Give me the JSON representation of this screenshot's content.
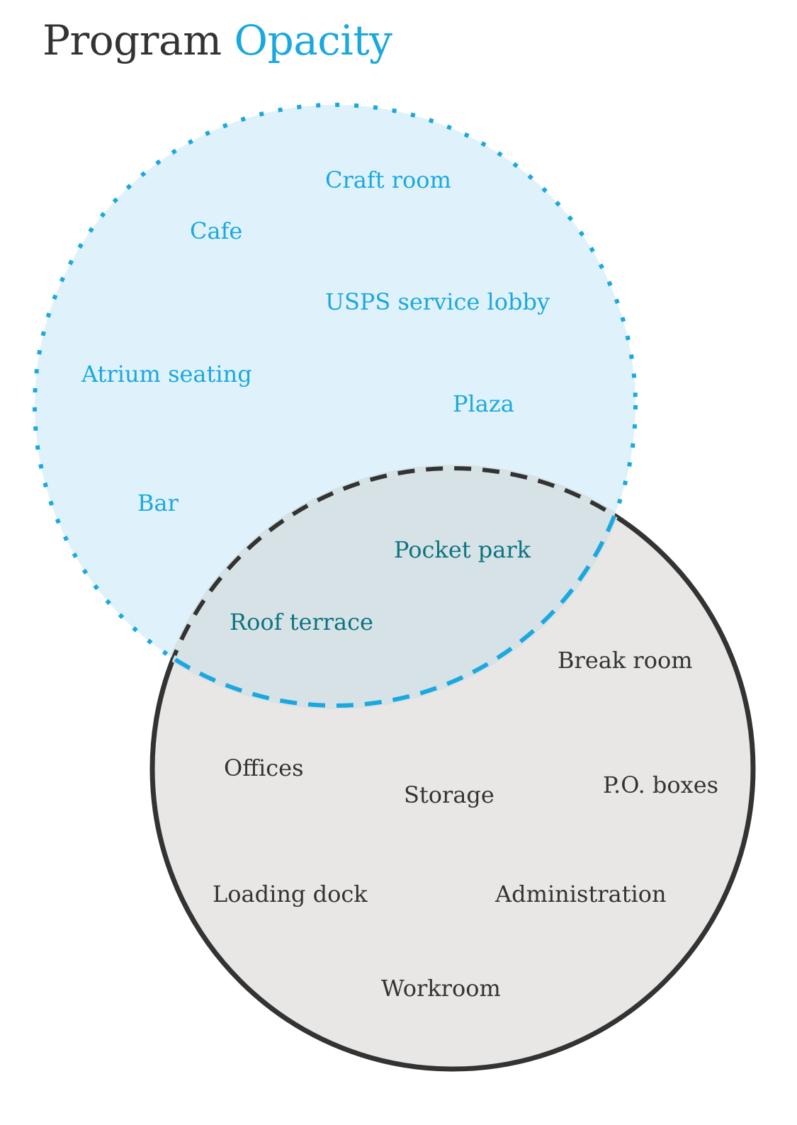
{
  "title": {
    "prefix": "Program",
    "highlight": "Opacity"
  },
  "colors": {
    "title_dark": "#333333",
    "accent_blue": "#1ba8de",
    "public_fill": "#dff2fb",
    "private_fill": "#e8e7e6",
    "overlap_fill": "#d6e2e6",
    "private_outline": "#333333",
    "shared_text": "#0e7380"
  },
  "diagram": {
    "type": "venn",
    "public_circle": {
      "outline": "dotted",
      "labels": [
        "Craft room",
        "Cafe",
        "USPS service lobby",
        "Atrium seating",
        "Plaza",
        "Bar"
      ]
    },
    "private_circle": {
      "outline": "solid",
      "labels": [
        "Break room",
        "Offices",
        "Storage",
        "P.O. boxes",
        "Loading dock",
        "Administration",
        "Workroom"
      ]
    },
    "overlap": {
      "outline": "dashed",
      "labels": [
        "Pocket park",
        "Roof terrace"
      ]
    }
  }
}
